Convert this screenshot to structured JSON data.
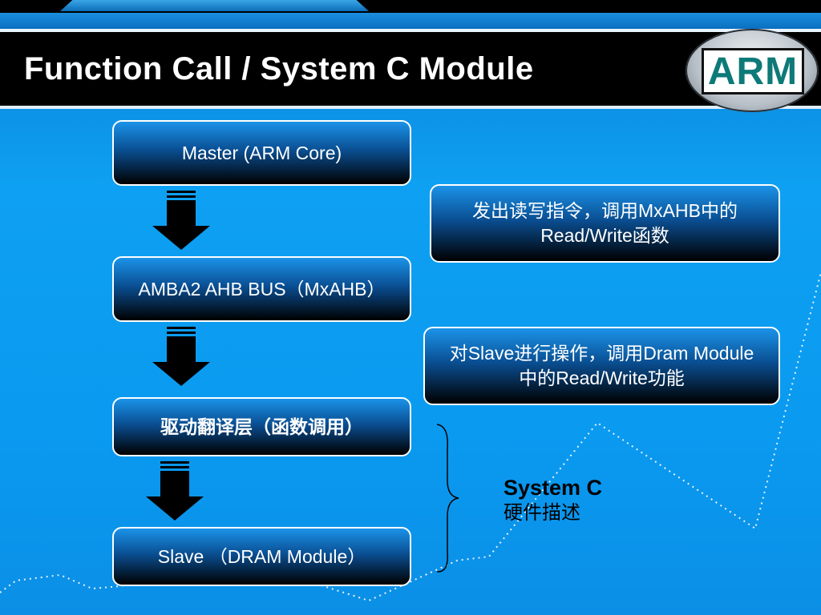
{
  "slide": {
    "title": "Function Call / System C Module",
    "logo_text": "ARM"
  },
  "flow": {
    "master": "Master (ARM  Core)",
    "bus": "AMBA2 AHB BUS（MxAHB）",
    "driver": "驱动翻译层（函数调用）",
    "slave": "Slave （DRAM Module）"
  },
  "notes": {
    "note1_line1": "发出读写指令，调用MxAHB中的",
    "note1_line2": "Read/Write函数",
    "note2_line1": "对Slave进行操作，调用Dram Module",
    "note2_line2": "中的Read/Write功能"
  },
  "system_label": {
    "line1": "System C",
    "line2": "硬件描述"
  },
  "colors": {
    "background": "#0b93ea",
    "title_bar": "#000000",
    "logo_green": "#0d7a78"
  }
}
